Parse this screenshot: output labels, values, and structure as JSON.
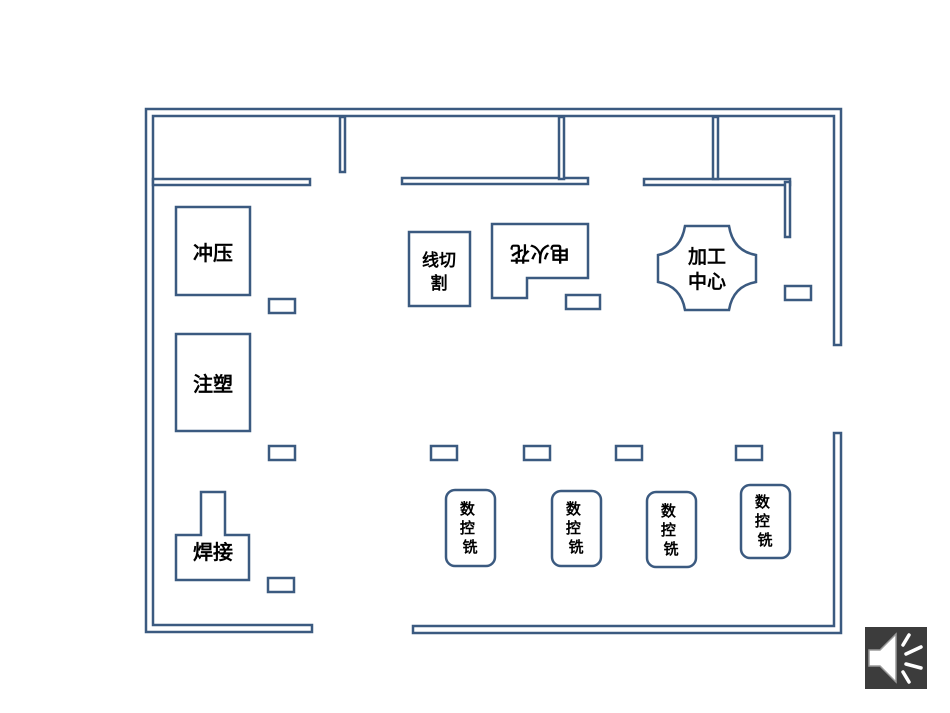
{
  "colors": {
    "wall": "#3b5a80",
    "speaker_bg": "#3c3c3c",
    "speaker_fg": "#ffffff"
  },
  "zones": {
    "stamping": "冲压",
    "injection_molding": "注塑",
    "welding": "焊接",
    "wire_cut_1": "线切",
    "wire_cut_2": "割",
    "edm": "电火花",
    "machining_center_1": "加工",
    "machining_center_2": "中心"
  },
  "cnc": [
    "数控铣",
    "数控铣",
    "数控铣",
    "数控铣"
  ],
  "audio": {
    "icon": "speaker-icon"
  }
}
